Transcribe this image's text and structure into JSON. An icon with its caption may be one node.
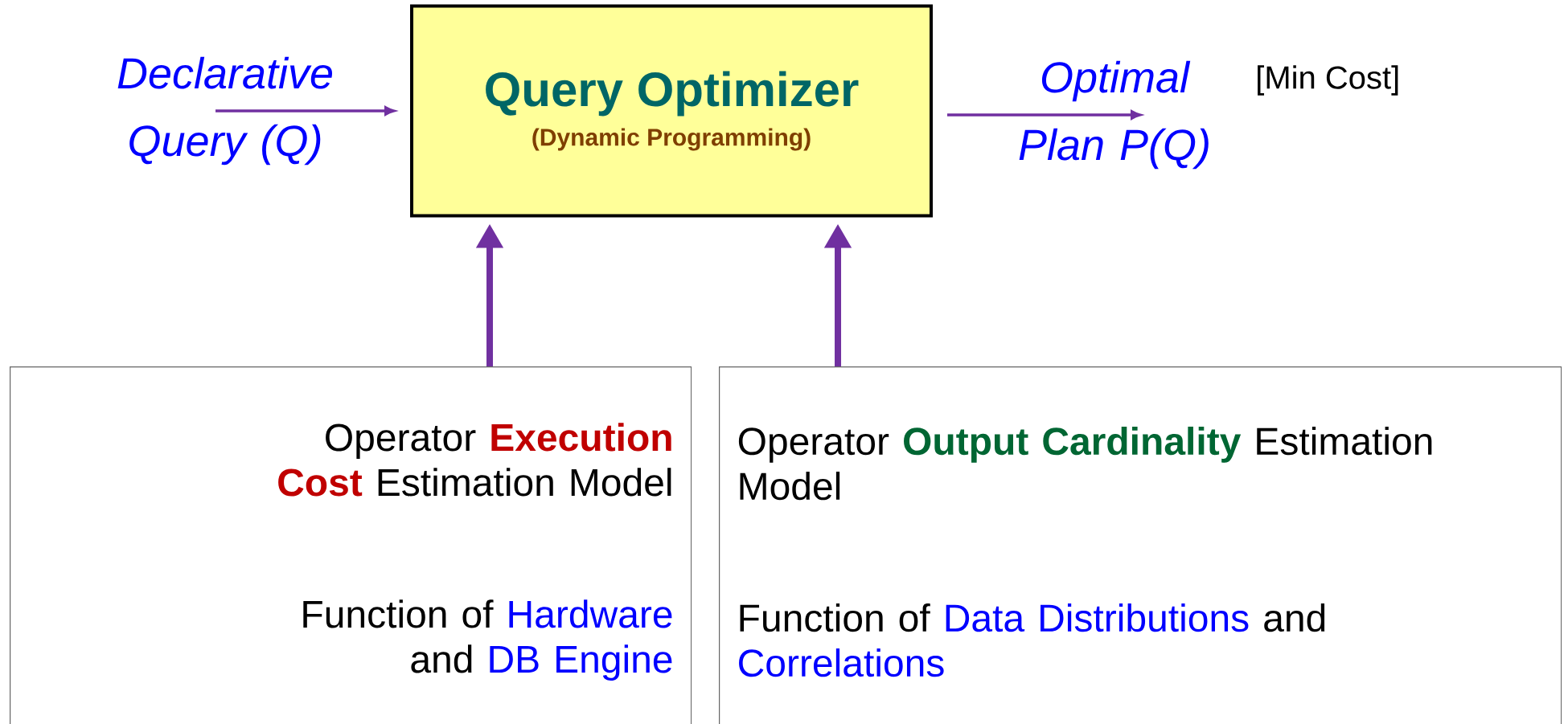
{
  "diagram": {
    "nodes": [
      {
        "text": [
          "Query Optimizer",
          "(Dynamic Programming)"
        ]
      },
      {
        "text": [
          "Declarative Query (Q)"
        ]
      },
      {
        "text": [
          "Optimal Plan P(Q)"
        ]
      },
      {
        "text": [
          "Operator **Execution Cost** Estimation Model",
          "Function of *Hardware* and *DB Engine*"
        ]
      },
      {
        "text": [
          "Operator **Output Cardinality** Estimation Model",
          "Function of *Data Distributions* and *Correlations*"
        ]
      }
    ],
    "edges": [
      {
        "from": 1,
        "to": 0,
        "arrow": "to"
      },
      {
        "from": 0,
        "to": 2,
        "arrow": "to"
      },
      {
        "from": 3,
        "to": 0,
        "arrow": "to",
        "style": "thick"
      },
      {
        "from": 4,
        "to": 0,
        "arrow": "to",
        "style": "thick"
      }
    ],
    "labels": [
      "[Min Cost]"
    ]
  }
}
